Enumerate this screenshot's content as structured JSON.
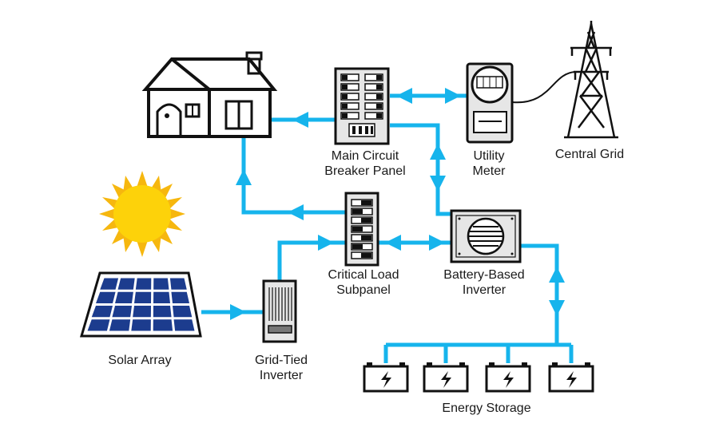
{
  "labels": {
    "main_panel": [
      "Main Circuit",
      "Breaker Panel"
    ],
    "utility_meter": [
      "Utility",
      "Meter"
    ],
    "central_grid": "Central Grid",
    "critical_load": [
      "Critical Load",
      "Subpanel"
    ],
    "battery_inverter": [
      "Battery-Based",
      "Inverter"
    ],
    "solar_array": "Solar Array",
    "grid_tied": [
      "Grid-Tied",
      "Inverter"
    ],
    "energy_storage": "Energy Storage"
  },
  "colors": {
    "wire": "#16b4ec",
    "sun": "#fdd20a",
    "sun_ray": "#f6b70f",
    "panel_cell": "#1c3c8e",
    "ink": "#111111"
  },
  "icons": {
    "battery": "lightning-bolt-icon",
    "sun": "sun-icon",
    "house": "house-icon",
    "tower": "transmission-tower-icon"
  }
}
